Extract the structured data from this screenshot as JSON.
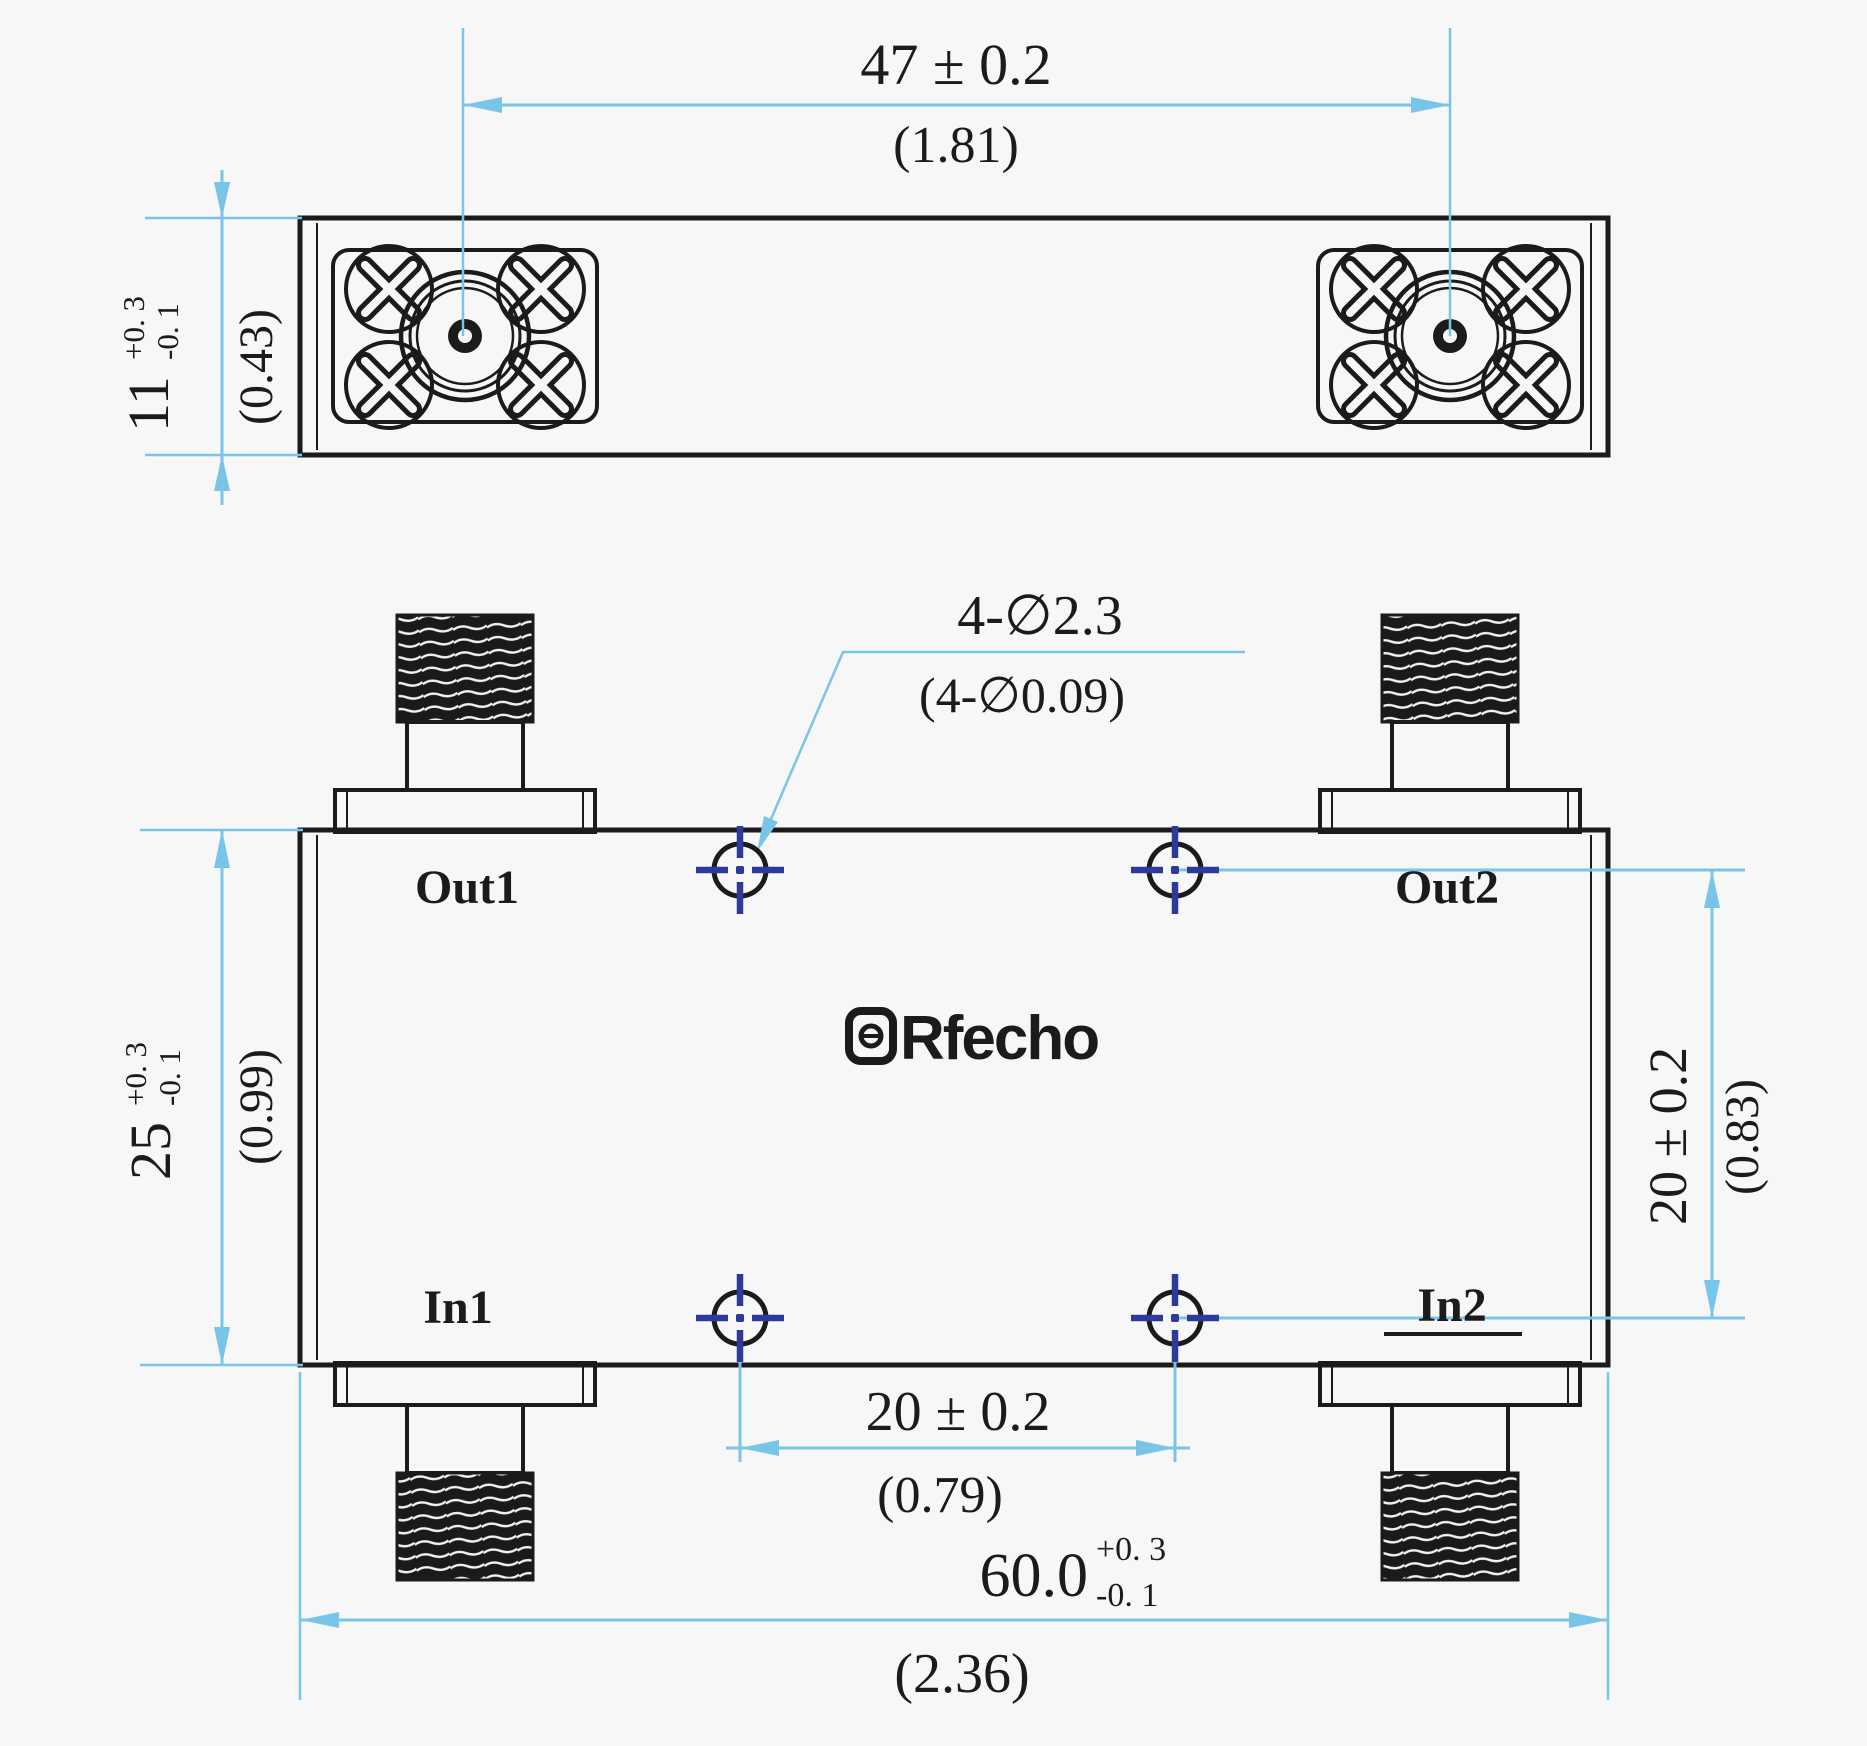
{
  "drawing": {
    "logo": {
      "text": "Rfecho"
    },
    "side_view": {
      "dim47": {
        "mm": "47 ± 0.2",
        "inch": "(1.81)"
      },
      "dim11": {
        "mm": "11",
        "tol_plus": "+0. 3",
        "tol_minus": "-0. 1",
        "inch": "(0.43)"
      }
    },
    "top_view": {
      "labels": {
        "out1": "Out1",
        "out2": "Out2",
        "in1": "In1",
        "in2": "In2"
      },
      "callout": {
        "line1": "4-∅2.3",
        "line2": "(4-∅0.09)"
      },
      "dim25": {
        "mm": "25",
        "tol_plus": "+0. 3",
        "tol_minus": "-0. 1",
        "inch": "(0.99)"
      },
      "dim20v": {
        "mm": "20 ± 0.2",
        "inch": "(0.83)"
      },
      "dim20h": {
        "mm": "20 ± 0.2",
        "inch": "(0.79)"
      },
      "dim60": {
        "mm": "60.0",
        "tol_plus": "+0. 3",
        "tol_minus": "-0. 1",
        "inch": "(2.36)"
      }
    },
    "colors": {
      "dimension_line": "#79c5e8",
      "center_mark": "#2e3a99",
      "ink": "#1b1b1b",
      "background": "#f7f7f8"
    }
  }
}
